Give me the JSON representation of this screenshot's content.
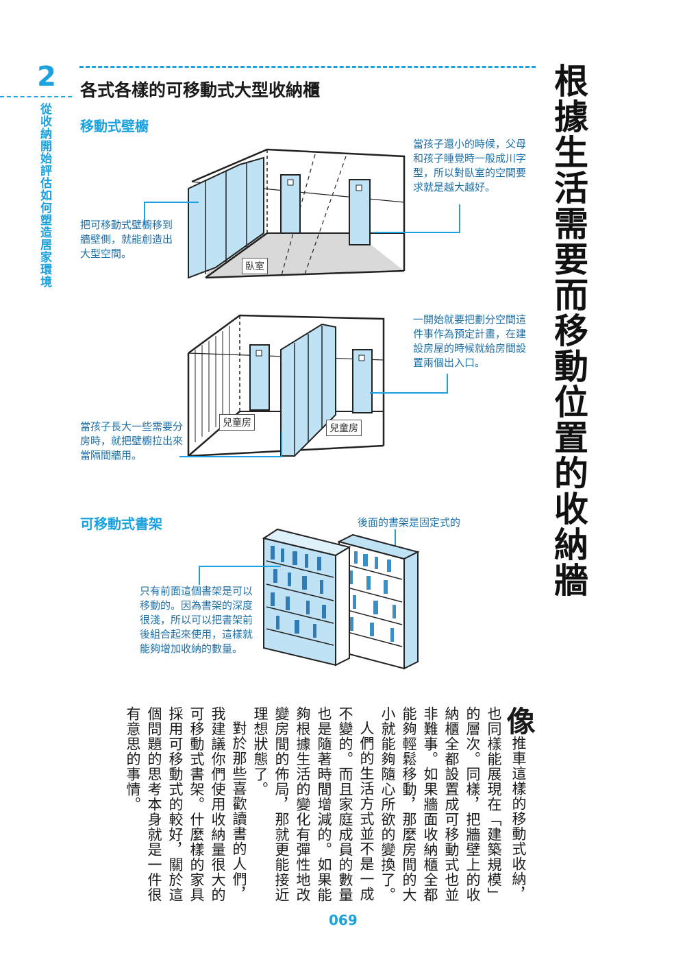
{
  "chapter": {
    "number": "2",
    "title": "從收納開始評估如何塑造居家環境"
  },
  "section_title": "各式各樣的可移動式大型收納櫃",
  "vertical_title": "根據生活需要而移動位置的收納牆",
  "wardrobe": {
    "heading": "移動式壁櫥",
    "note_left": "把可移動式壁櫥移到牆壁側，就能創造出大型空間。",
    "note_right": "當孩子還小的時候，父母和孩子睡覺時一般成川字型，所以對臥室的空間要求就是越大越好。",
    "room_label": "臥室"
  },
  "split_room": {
    "note_right": "一開始就要把劃分空間這件事作為預定計畫，在建設房屋的時候就給房間設置兩個出入口。",
    "note_left": "當孩子長大一些需要分房時，就把壁櫥拉出來當隔間牆用。",
    "room_label_a": "兒童房",
    "room_label_b": "兒童房"
  },
  "bookshelf": {
    "heading": "可移動式書架",
    "note_top": "後面的書架是固定式的",
    "note_left": "只有前面這個書架是可以移動的。因為書架的深度很淺，所以可以把書架前後組合起來使用，這樣就能夠增加收納的數量。"
  },
  "body": {
    "dropcap": "像",
    "p1_rest": "推車這樣的移動式收納，也同樣能展現在「建築規模」的層次。同樣，把牆壁上的收納櫃全都設置成可移動式也並非難事。如果牆面收納櫃全都能夠輕鬆移動，那麼房間的大小就能夠隨心所欲的變換了。",
    "p2": "人們的生活方式並不是一成不變的。而且家庭成員的數量也是隨著時間增減的。如果能夠根據生活的變化有彈性地改變房間的佈局，那就更能接近理想狀態了。",
    "p3": "對於那些喜歡讀書的人們，我建議你們使用收納量很大的可移動式書架。什麼樣的家具採用可移動式的較好，關於這個問題的思考本身就是一件很有意思的事情。"
  },
  "page_number": "069",
  "colors": {
    "accent": "#1aa1df",
    "fill_blue": "#bfe3f5",
    "floor_gray": "#d9d9d9"
  }
}
